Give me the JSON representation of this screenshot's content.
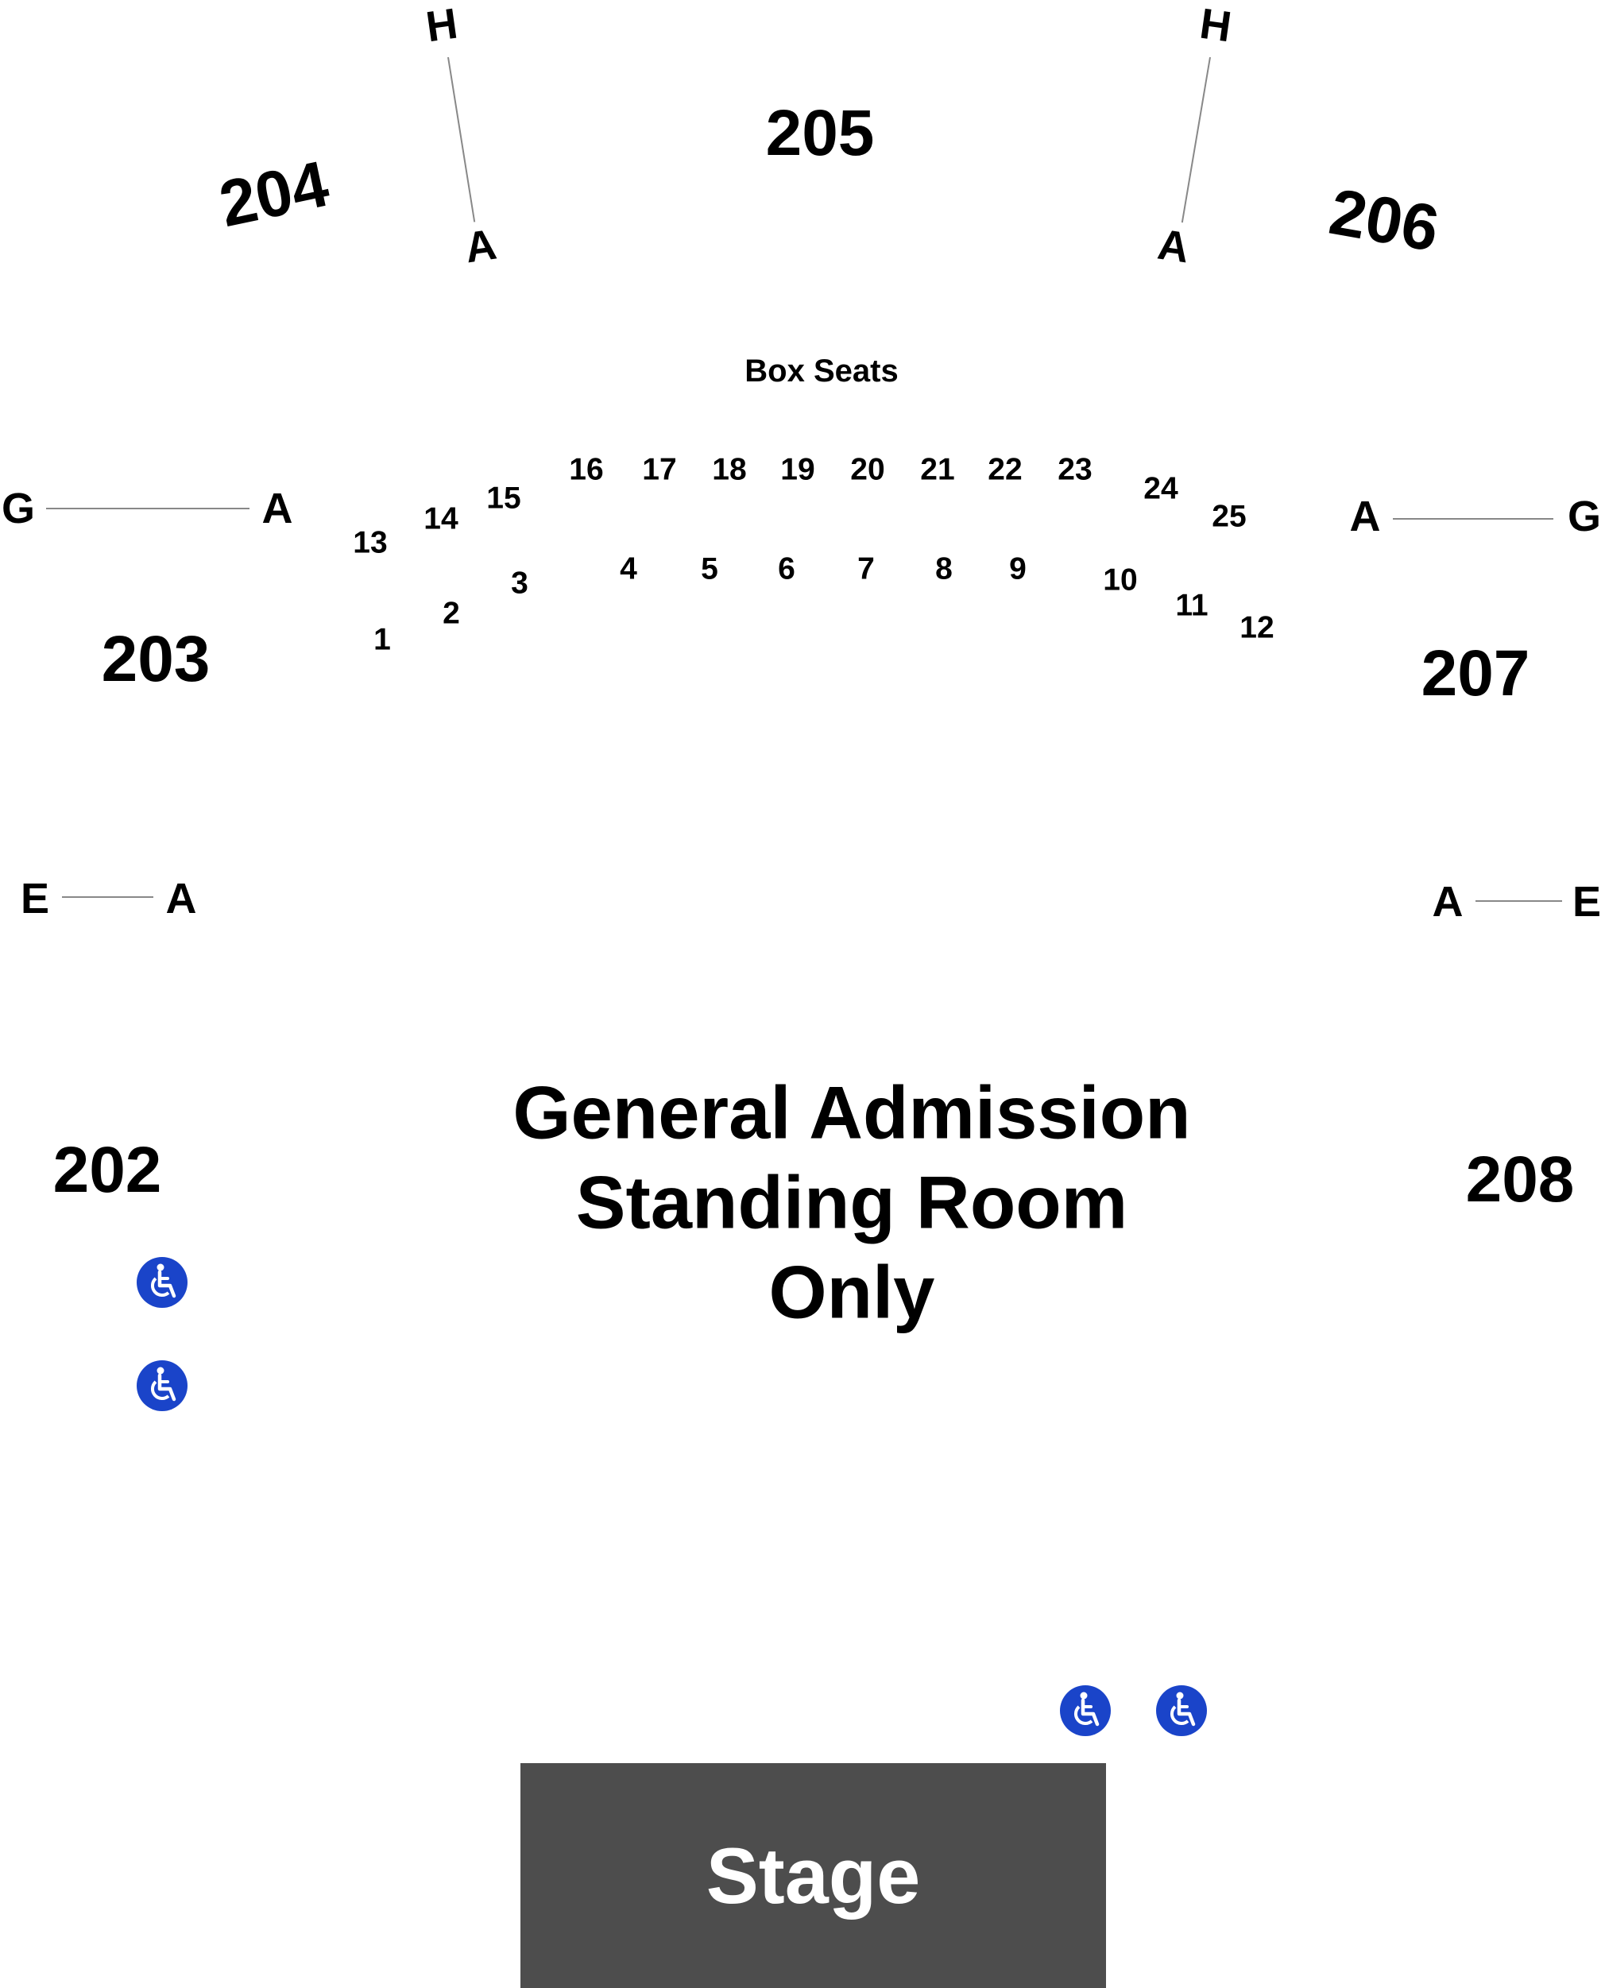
{
  "sections": {
    "s202": "202",
    "s203": "203",
    "s204": "204",
    "s205": "205",
    "s206": "206",
    "s207": "207",
    "s208": "208"
  },
  "row_labels": {
    "h_left": "H",
    "a_top_left": "A",
    "h_right": "H",
    "a_top_right": "A",
    "g_left": "G",
    "a_mid_left": "A",
    "a_mid_right": "A",
    "g_right": "G",
    "e_left": "E",
    "a_low_left": "A",
    "a_low_right": "A",
    "e_right": "E"
  },
  "box_seats": {
    "title": "Box Seats",
    "seats": [
      "1",
      "2",
      "3",
      "4",
      "5",
      "6",
      "7",
      "8",
      "9",
      "10",
      "11",
      "12",
      "13",
      "14",
      "15",
      "16",
      "17",
      "18",
      "19",
      "20",
      "21",
      "22",
      "23",
      "24",
      "25"
    ]
  },
  "general_admission": {
    "line1": "General Admission",
    "line2": "Standing Room",
    "line3": "Only"
  },
  "stage": {
    "label": "Stage"
  },
  "icons": [
    "wheelchair-icon",
    "wheelchair-icon",
    "wheelchair-icon",
    "wheelchair-icon"
  ],
  "colors": {
    "stage_fill": "#4d4d4d",
    "stage_text": "#ffffff",
    "accessible_blue": "#1a44c9",
    "row_line": "#888888"
  }
}
